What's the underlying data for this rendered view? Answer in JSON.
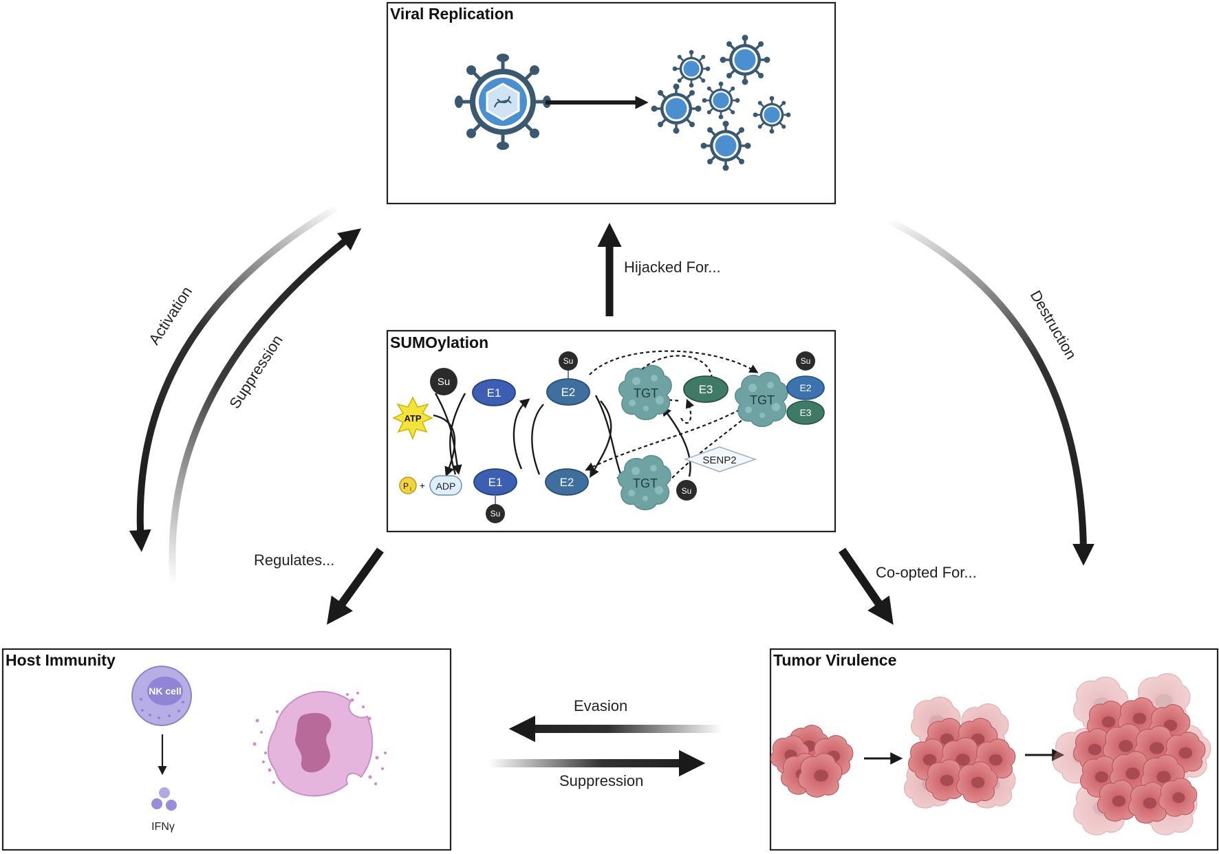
{
  "panels": {
    "viral": "Viral Replication",
    "sumo": "SUMOylation",
    "host": "Host Immunity",
    "tumor": "Tumor Virulence"
  },
  "edges": {
    "hijacked": "Hijacked For...",
    "activation": "Activation",
    "suppression_left": "Suppression",
    "destruction": "Destruction",
    "regulates": "Regulates...",
    "coopted": "Co-opted For...",
    "evasion": "Evasion",
    "suppression_bottom": "Suppression"
  },
  "sumo_cycle": {
    "su": "Su",
    "atp": "ATP",
    "pi": "P",
    "pi_sub": "i",
    "plus": "+",
    "adp": "ADP",
    "e1": "E1",
    "e2": "E2",
    "e3": "E3",
    "tgt": "TGT",
    "senp2": "SENP2"
  },
  "host_immunity": {
    "nk_cell": "NK cell",
    "ifn": "IFNγ"
  },
  "colors": {
    "virus_outer": "#3a5870",
    "virus_inner": "#4a8fd0",
    "e1": "#3c5fb4",
    "e2": "#3f6f9f",
    "e3": "#3f7a66",
    "tgt": "#6fa3a3",
    "su": "#2b2b2b",
    "atp": "#f6e33a",
    "nk": "#b8aee6",
    "neutrophil": "#d9a3d0",
    "tumor": "#d77a7e"
  }
}
